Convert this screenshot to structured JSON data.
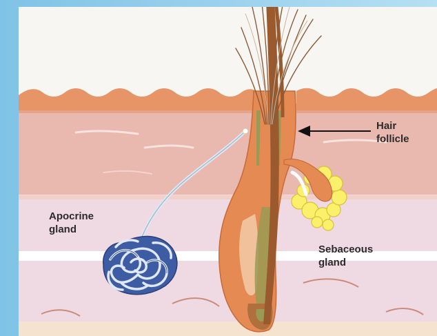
{
  "labels": {
    "hair_follicle": "Hair\nfollicle",
    "apocrine_gland": "Apocrine\ngland",
    "sebaceous_gland": "Sebaceous\ngland"
  },
  "colors": {
    "frame_blue": "#9fd3ec",
    "background_white": "#f8f6f2",
    "epidermis": "#e79466",
    "dermis": "#e9b8ae",
    "hypodermis": "#efd9e3",
    "follicle_sheath": "#e58a52",
    "hair_shaft": "#9a5a2e",
    "inner_root_sheath": "#9a9a54",
    "sebaceous_lobes": "#fbf06a",
    "apocrine_coil": "#3e5ca4",
    "text": "#2b2b2b"
  }
}
